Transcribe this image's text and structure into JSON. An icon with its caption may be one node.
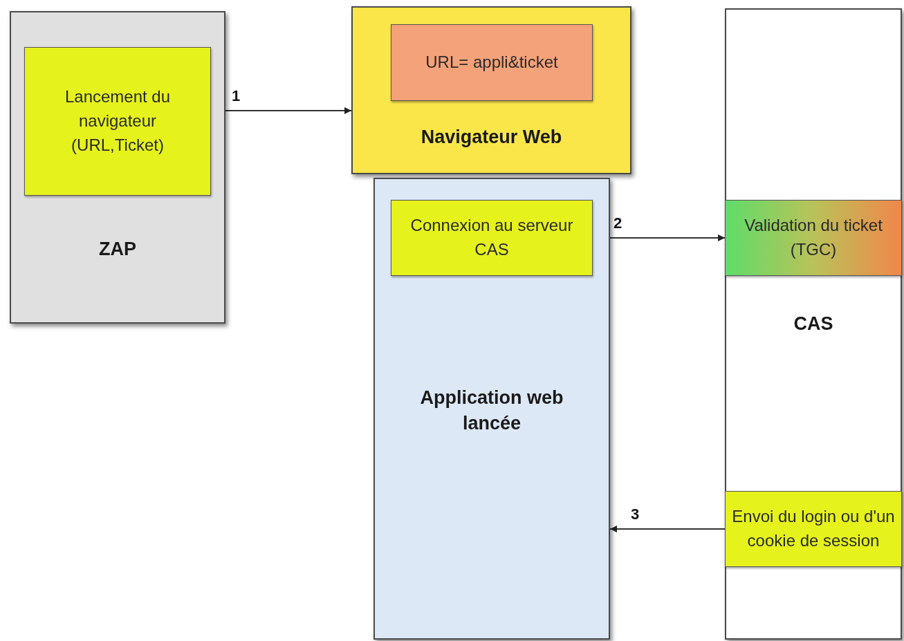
{
  "diagram": {
    "nodes": [
      {
        "text": [
          "ZAP"
        ]
      },
      {
        "text": [
          "Lancement du navigateur (URL,Ticket)"
        ],
        "in": 0
      },
      {
        "text": [
          "Navigateur Web"
        ]
      },
      {
        "text": [
          "URL= appli&ticket"
        ],
        "in": 2
      },
      {
        "text": [
          "Application web lancée"
        ]
      },
      {
        "text": [
          "Connexion au serveur CAS"
        ],
        "in": 4
      },
      {
        "text": [
          "CAS"
        ]
      },
      {
        "text": [
          "Validation du ticket (TGC)"
        ],
        "in": 6
      },
      {
        "text": [
          "Envoi du login ou d'un cookie de session"
        ],
        "in": 6
      }
    ],
    "edges": [
      {
        "from": 1,
        "to": 2,
        "arrow": "to",
        "label": "1"
      },
      {
        "from": 5,
        "to": 7,
        "arrow": "to",
        "label": "2"
      },
      {
        "from": 8,
        "to": 4,
        "arrow": "to",
        "label": "3"
      }
    ]
  }
}
